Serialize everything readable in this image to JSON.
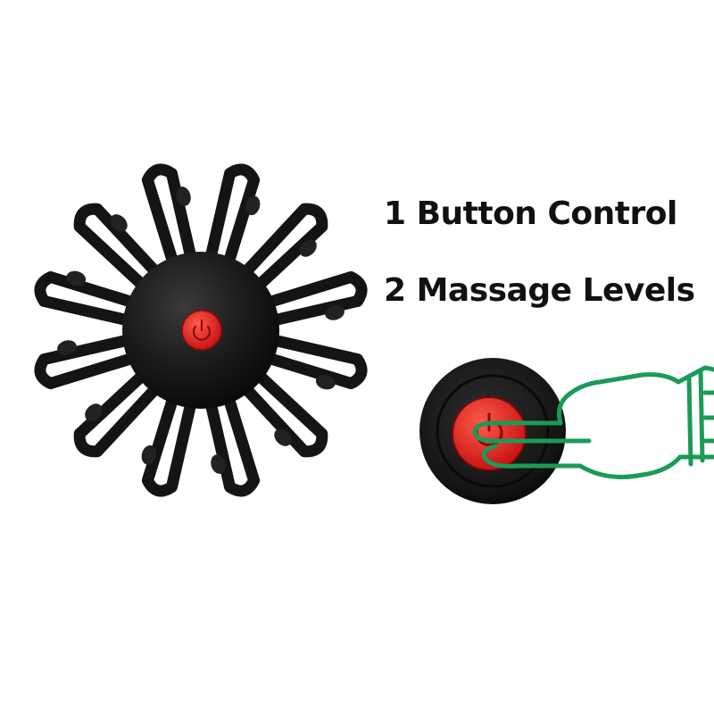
{
  "features": [
    {
      "label": "1 Button Control"
    },
    {
      "label": "2 Massage Levels"
    }
  ],
  "colors": {
    "device_body": "#141414",
    "power_button": "#e11d1d",
    "hand_outline": "#1a9b57",
    "background": "#ffffff"
  },
  "icons": {
    "device": "head-massager-icon",
    "button": "power-icon",
    "hand": "pressing-hand-icon"
  },
  "device": {
    "prong_count": 12
  }
}
